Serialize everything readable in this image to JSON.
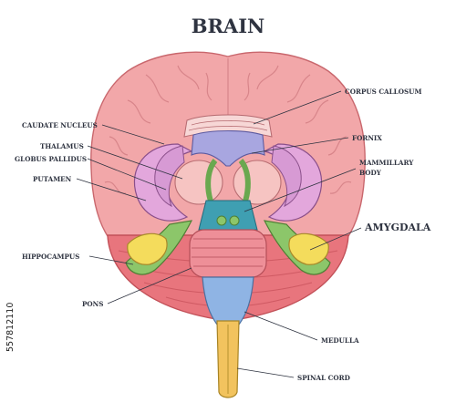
{
  "title": "BRAIN",
  "labels": {
    "corpus_callosum": "CORPUS CALLOSUM",
    "caudate_nucleus": "CAUDATE NUCLEUS",
    "fornix": "FORNIX",
    "thalamus": "THALAMUS",
    "globus_pallidus": "GLOBUS PALLIDUS",
    "mammillary_line1": "MAMMILLARY",
    "mammillary_line2": "BODY",
    "putamen": "PUTAMEN",
    "amygdala": "AMYGDALA",
    "hippocampus": "HIPPOCAMPUS",
    "pons": "PONS",
    "medulla": "MEDULLA",
    "spinal_cord": "SPINAL CORD"
  },
  "stock_id": "557812110",
  "colors": {
    "cortex": "#f2a7a9",
    "cortex_dark": "#e38a8e",
    "cerebellum": "#e8757d",
    "callosum": "#f7d7d6",
    "fornix": "#a8a6e0",
    "thalamus": "#f6c4c2",
    "caudate": "#d79ad4",
    "putamen": "#e3a7dc",
    "green": "#8cc66a",
    "amygdala": "#f4dc5c",
    "teal": "#3f9fb2",
    "pons": "#ee8f98",
    "medulla": "#8fb4e4",
    "spinal": "#f2c35e",
    "text": "#2e3340"
  }
}
